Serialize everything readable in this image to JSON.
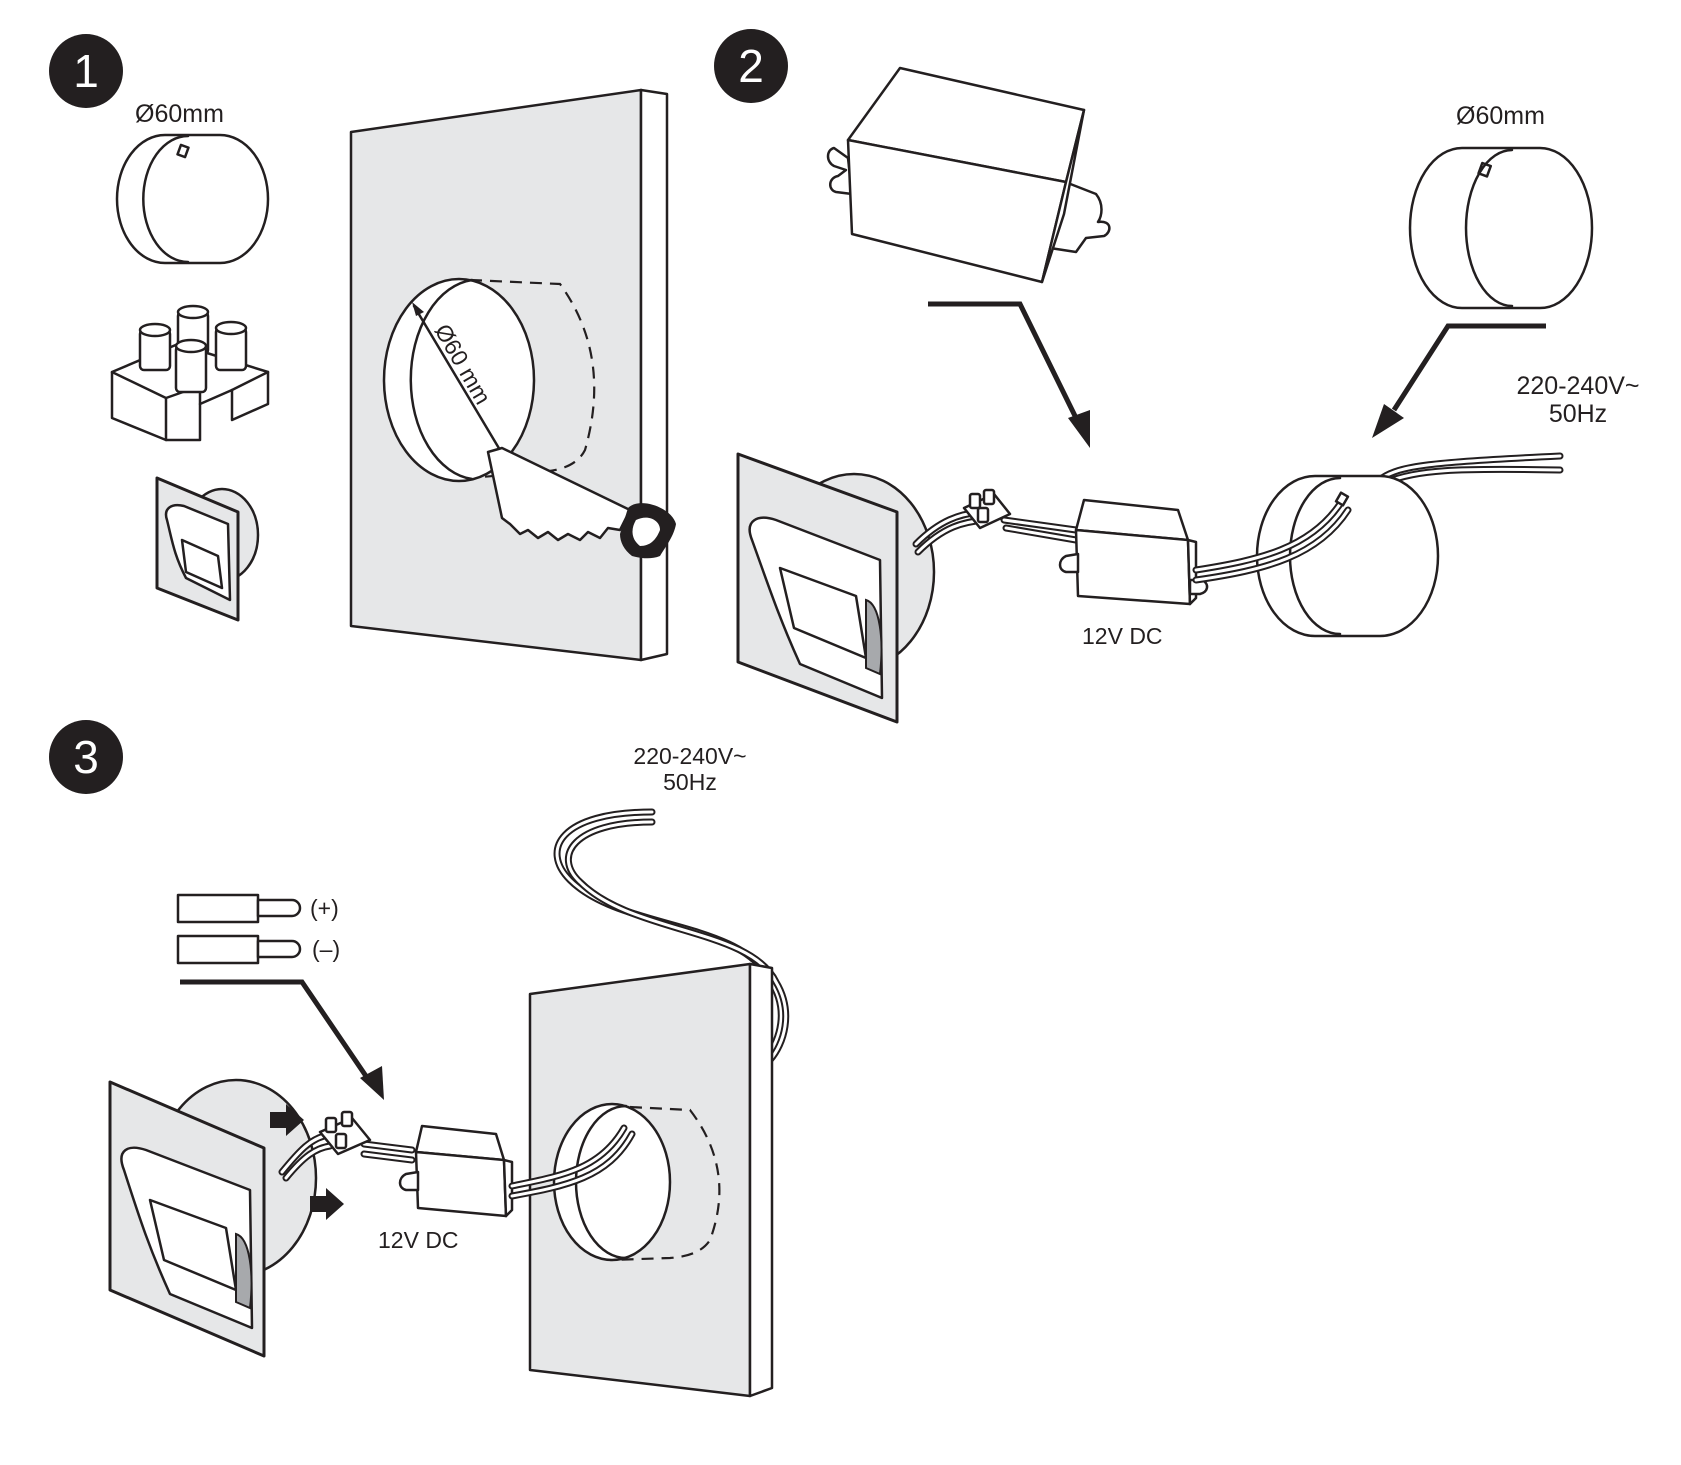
{
  "steps": [
    {
      "number": "1"
    },
    {
      "number": "2"
    },
    {
      "number": "3"
    }
  ],
  "step1": {
    "sleeve_label": "Ø60mm",
    "hole_label": "Ø60 mm"
  },
  "step2": {
    "sleeve_label": "Ø60mm",
    "mains_voltage": "220-240V~",
    "mains_frequency": "50Hz",
    "driver_output": "12V DC"
  },
  "step3": {
    "mains_voltage": "220-240V~",
    "mains_frequency": "50Hz",
    "driver_output": "12V DC",
    "wire_positive": "(+)",
    "wire_negative": "(–)"
  }
}
